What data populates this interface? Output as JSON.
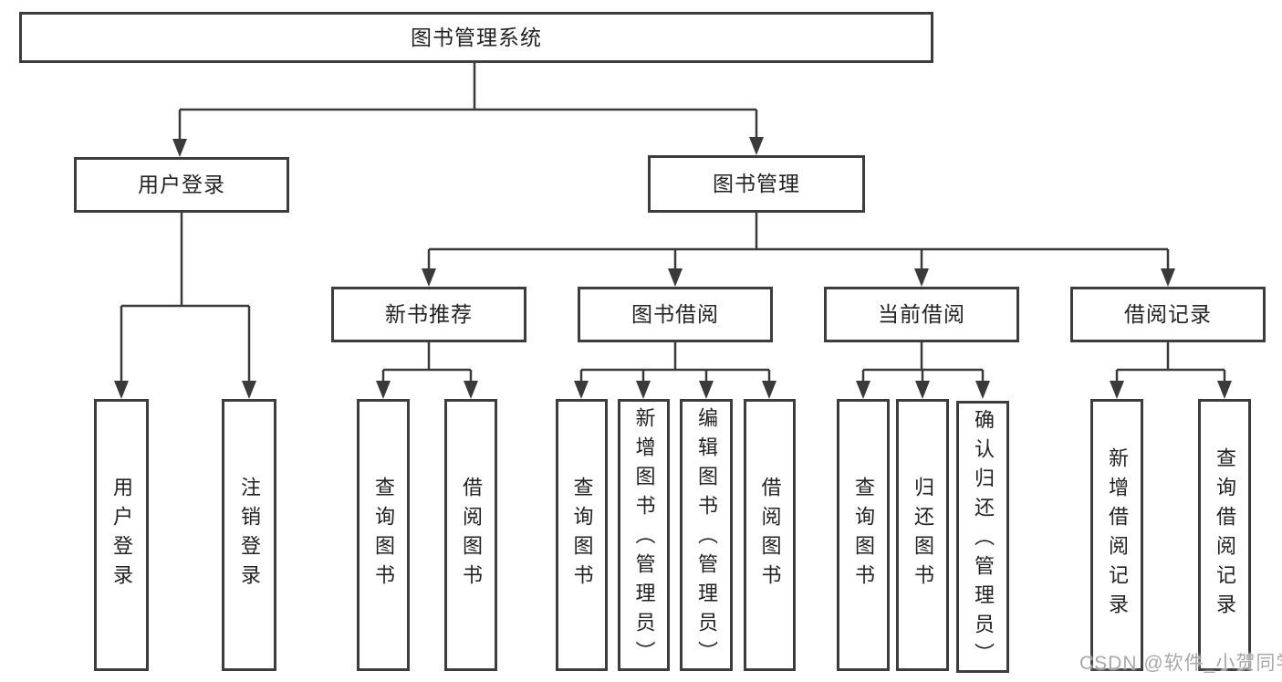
{
  "diagram": {
    "title_node": {
      "label": "图书管理系统"
    },
    "branches": [
      {
        "label": "用户登录",
        "children": [
          {
            "label": "用户登录"
          },
          {
            "label": "注销登录"
          }
        ]
      },
      {
        "label": "图书管理",
        "children": [
          {
            "label": "新书推荐",
            "children": [
              {
                "label": "查询图书"
              },
              {
                "label": "借阅图书"
              }
            ]
          },
          {
            "label": "图书借阅",
            "children": [
              {
                "label": "查询图书"
              },
              {
                "label": "新增图书（管理员）"
              },
              {
                "label": "编辑图书（管理员）"
              },
              {
                "label": "借阅图书"
              }
            ]
          },
          {
            "label": "当前借阅",
            "children": [
              {
                "label": "查询图书"
              },
              {
                "label": "归还图书"
              },
              {
                "label": "确认归还（管理员）"
              }
            ]
          },
          {
            "label": "借阅记录",
            "children": [
              {
                "label": "新增借阅记录"
              },
              {
                "label": "查询借阅记录"
              }
            ]
          }
        ]
      }
    ]
  },
  "watermark": {
    "text": "CSDN @软件_小贺同学"
  },
  "colors": {
    "background": "#ffffff",
    "line": "#3a3a3a",
    "border": "#3d3d3d",
    "text": "#222222",
    "watermark": "#a8a8a8"
  }
}
